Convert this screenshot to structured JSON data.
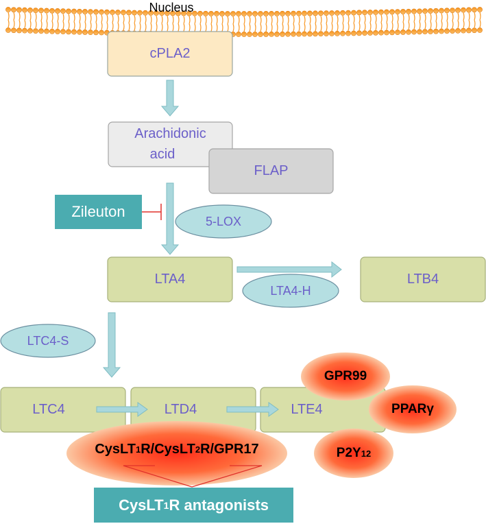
{
  "nucleus": {
    "title": "Nucleus"
  },
  "nodes": {
    "cpla2": "cPLA2",
    "arachidonic_line1": "Arachidonic",
    "arachidonic_line2": "acid",
    "flap": "FLAP",
    "zileuton": "Zileuton",
    "five_lox": "5-LOX",
    "lta4": "LTA4",
    "lta4h": "LTA4-H",
    "ltb4": "LTB4",
    "ltc4s": "LTC4-S",
    "ltc4": "LTC4",
    "ltd4": "LTD4",
    "lte4": "LTE4",
    "gpr99": "GPR99",
    "pparg": "PPARγ",
    "p2y12_main": "P2Y",
    "p2y12_sub": "12",
    "receptor": {
      "p1": "CysLT",
      "s1": "1",
      "p2": "R/CysLT",
      "s2": "2",
      "p3": "R/GPR17"
    },
    "antagonists": {
      "p1": "CysLT",
      "s1": "1",
      "p2": "R antagonists"
    }
  },
  "colors": {
    "membrane": "#f7941d",
    "cpla2_fill": "#fde9c3",
    "arachidonic_fill": "#ececec",
    "flap_fill": "#d5d5d5",
    "drug_fill": "#4bacb0",
    "enzyme_fill": "#b5dfe2",
    "lt_fill": "#d8dfa8",
    "arrow_fill": "#a9d7dc",
    "label_purple": "#6b5fc9",
    "inhibit_line": "#e0302a",
    "receptor_core": "#ff2e1a",
    "receptor_edge": "#fbc8a4"
  }
}
